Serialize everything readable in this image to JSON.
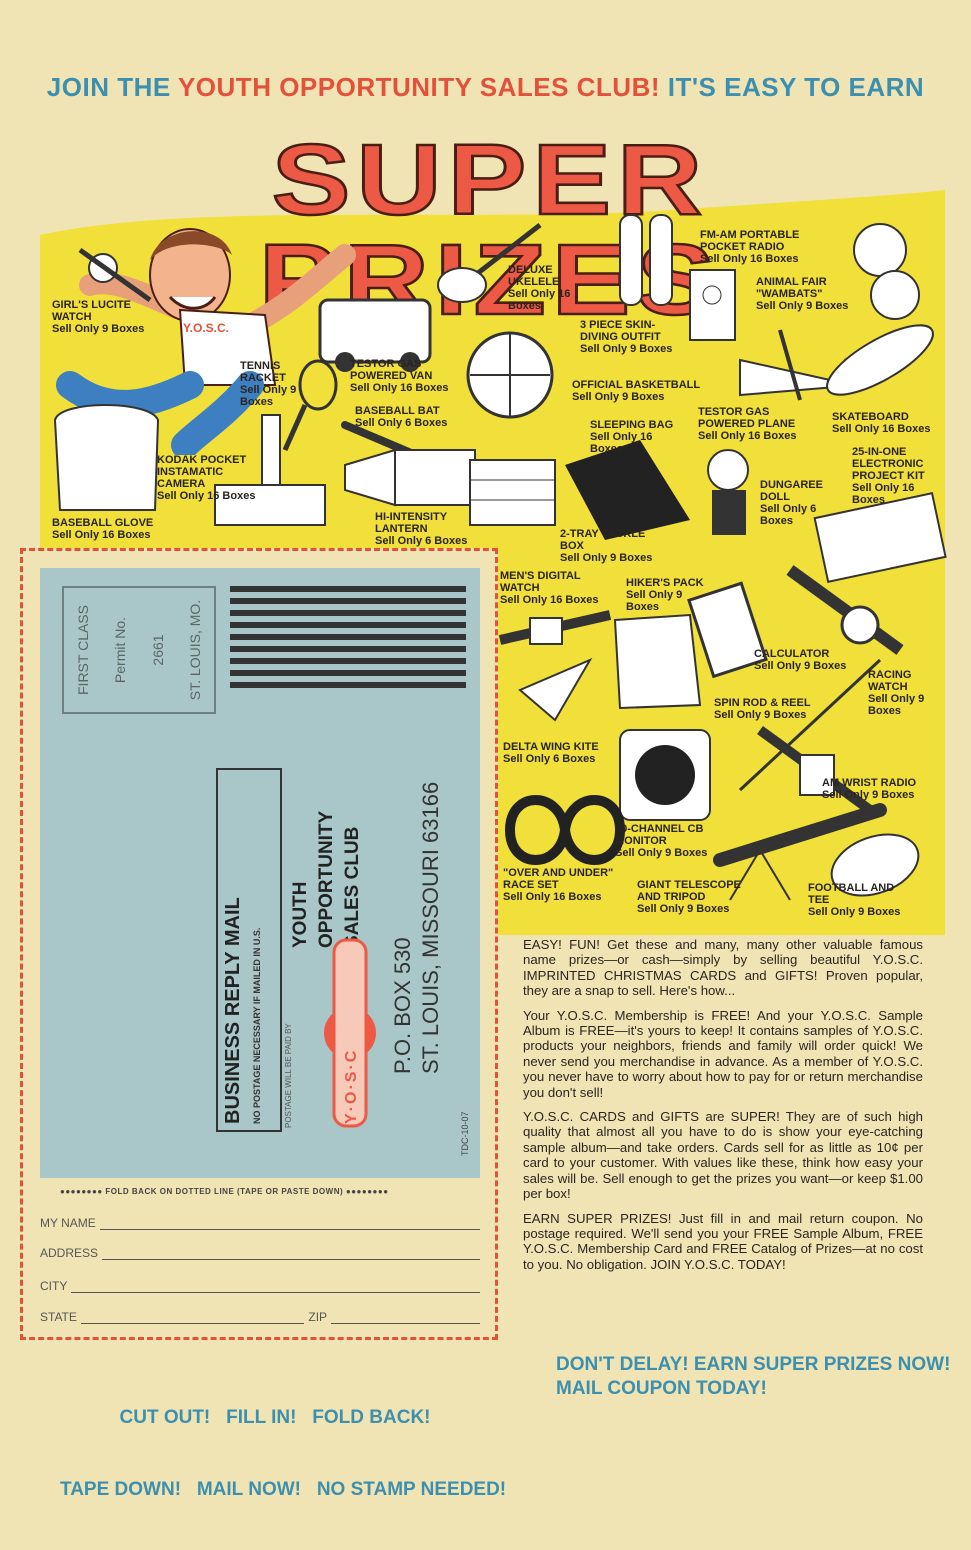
{
  "headline": {
    "part1": "JOIN THE",
    "part2": "YOUTH OPPORTUNITY SALES CLUB!",
    "part3": "IT'S EASY TO EARN",
    "super_prizes": "SUPER PRIZES"
  },
  "mascot_shirt": "Y.O.S.C.",
  "prizes": [
    {
      "name": "GIRL'S LUCITE WATCH",
      "sell": "Sell Only 9 Boxes"
    },
    {
      "name": "TENNIS RACKET",
      "sell": "Sell Only 9 Boxes"
    },
    {
      "name": "TESTOR GAS POWERED VAN",
      "sell": "Sell Only 16 Boxes"
    },
    {
      "name": "DELUXE UKELELE",
      "sell": "Sell Only 16 Boxes"
    },
    {
      "name": "3 PIECE SKIN-DIVING OUTFIT",
      "sell": "Sell Only 9 Boxes"
    },
    {
      "name": "FM-AM PORTABLE POCKET RADIO",
      "sell": "Sell Only 16 Boxes"
    },
    {
      "name": "ANIMAL FAIR \"WAMBATS\"",
      "sell": "Sell Only 9 Boxes"
    },
    {
      "name": "OFFICIAL BASKETBALL",
      "sell": "Sell Only 9 Boxes"
    },
    {
      "name": "TESTOR GAS POWERED PLANE",
      "sell": "Sell Only 16 Boxes"
    },
    {
      "name": "SKATEBOARD",
      "sell": "Sell Only 16 Boxes"
    },
    {
      "name": "BASEBALL BAT",
      "sell": "Sell Only 6 Boxes"
    },
    {
      "name": "KODAK POCKET INSTAMATIC CAMERA",
      "sell": "Sell Only 16 Boxes"
    },
    {
      "name": "BASEBALL GLOVE",
      "sell": "Sell Only 16 Boxes"
    },
    {
      "name": "HI-INTENSITY LANTERN",
      "sell": "Sell Only 6 Boxes"
    },
    {
      "name": "SLEEPING BAG",
      "sell": "Sell Only 16 Boxes"
    },
    {
      "name": "2-TRAY TACKLE BOX",
      "sell": "Sell Only 9 Boxes"
    },
    {
      "name": "DUNGAREE DOLL",
      "sell": "Sell Only 6 Boxes"
    },
    {
      "name": "25-IN-ONE ELECTRONIC PROJECT KIT",
      "sell": "Sell Only 16 Boxes"
    },
    {
      "name": "MEN'S DIGITAL WATCH",
      "sell": "Sell Only 16 Boxes"
    },
    {
      "name": "HIKER'S PACK",
      "sell": "Sell Only 9 Boxes"
    },
    {
      "name": "CALCULATOR",
      "sell": "Sell Only 9 Boxes"
    },
    {
      "name": "RACING WATCH",
      "sell": "Sell Only 9 Boxes"
    },
    {
      "name": "SPIN ROD & REEL",
      "sell": "Sell Only 9 Boxes"
    },
    {
      "name": "DELTA WING KITE",
      "sell": "Sell Only 6 Boxes"
    },
    {
      "name": "AM WRIST RADIO",
      "sell": "Sell Only 9 Boxes"
    },
    {
      "name": "40-CHANNEL CB MONITOR",
      "sell": "Sell Only 9 Boxes"
    },
    {
      "name": "\"OVER AND UNDER\" RACE SET",
      "sell": "Sell Only 16 Boxes"
    },
    {
      "name": "GIANT TELESCOPE AND TRIPOD",
      "sell": "Sell Only 9 Boxes"
    },
    {
      "name": "FOOTBALL AND TEE",
      "sell": "Sell Only 9 Boxes"
    }
  ],
  "envelope": {
    "stamp": [
      "FIRST CLASS",
      "Permit No.",
      "2661",
      "ST. LOUIS, MO."
    ],
    "brm_title": "BUSINESS REPLY MAIL",
    "brm_sub": "NO POSTAGE NECESSARY IF MAILED IN U.S.",
    "paid_by": "POSTAGE WILL BE PAID BY",
    "club_lines": [
      "YOUTH",
      "OPPORTUNITY",
      "SALES CLUB"
    ],
    "logo": "Y·O·S·C",
    "address1": "P.O. BOX 530",
    "address2": "ST. LOUIS, MISSOURI 63166",
    "code": "TDC-10-07"
  },
  "form": {
    "fold_note": "FOLD BACK ON DOTTED LINE (TAPE OR PASTE DOWN)",
    "name": "MY NAME",
    "address": "ADDRESS",
    "city": "CITY",
    "state": "STATE",
    "zip": "ZIP"
  },
  "cta_left": {
    "line1": "CUT OUT!   FILL IN!   FOLD BACK!",
    "line2": "TAPE DOWN!   MAIL NOW!   NO STAMP NEEDED!"
  },
  "cta_right": {
    "line1": "DON'T DELAY! EARN SUPER PRIZES NOW!",
    "line2": "MAIL COUPON TODAY!"
  },
  "body": {
    "p1": "EASY! FUN! Get these and many, many other valuable famous name prizes—or cash—simply by selling beautiful Y.O.S.C. IMPRINTED CHRISTMAS CARDS and GIFTS! Proven popular, they are a snap to sell. Here's how...",
    "p2": "Your Y.O.S.C. Membership is FREE! And your Y.O.S.C. Sample Album is FREE—it's yours to keep! It contains samples of Y.O.S.C. products your neighbors, friends and family will order quick! We never send you merchandise in advance. As a member of Y.O.S.C. you never have to worry about how to pay for or return merchandise you don't sell!",
    "p3": "Y.O.S.C. CARDS and GIFTS are SUPER! They are of such high quality that almost all you have to do is show your eye-catching sample album—and take orders. Cards sell for as little as 10¢ per card to your customer. With values like these, think how easy your sales will be. Sell enough to get the prizes you want—or keep $1.00 per box!",
    "p4": "EARN SUPER PRIZES! Just fill in and mail return coupon. No postage required. We'll send you your FREE Sample Album, FREE Y.O.S.C. Membership Card and FREE Catalog of Prizes—at no cost to you. No obligation. JOIN Y.O.S.C. TODAY!"
  },
  "colors": {
    "paper": "#f1e4b4",
    "yellow": "#f1df3a",
    "red": "#ec5a45",
    "blue": "#3d8fb0",
    "envelope": "#a9c7c8"
  }
}
